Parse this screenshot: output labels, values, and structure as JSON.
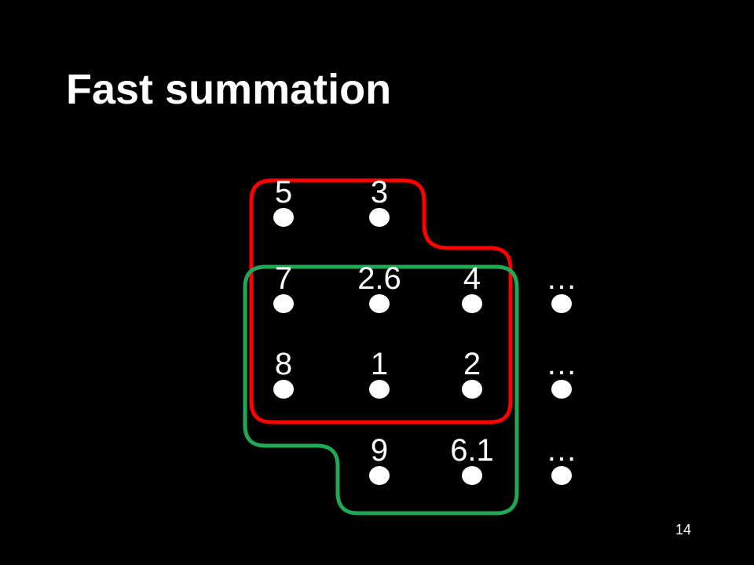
{
  "slide": {
    "title": "Fast summation",
    "page_number": "14"
  },
  "diagram": {
    "colors": {
      "background": "#000000",
      "text": "#ffffff",
      "node": "#ffffff",
      "red_region": "#ff0000",
      "green_region": "#1fa855"
    },
    "nodes": [
      {
        "row": 0,
        "col": 0,
        "label": "5"
      },
      {
        "row": 0,
        "col": 1,
        "label": "3"
      },
      {
        "row": 1,
        "col": 0,
        "label": "7"
      },
      {
        "row": 1,
        "col": 1,
        "label": "2.6"
      },
      {
        "row": 1,
        "col": 2,
        "label": "4"
      },
      {
        "row": 1,
        "col": 3,
        "label": "…"
      },
      {
        "row": 2,
        "col": 0,
        "label": "8"
      },
      {
        "row": 2,
        "col": 1,
        "label": "1"
      },
      {
        "row": 2,
        "col": 2,
        "label": "2"
      },
      {
        "row": 2,
        "col": 3,
        "label": "…"
      },
      {
        "row": 3,
        "col": 1,
        "label": "9"
      },
      {
        "row": 3,
        "col": 2,
        "label": "6.1"
      },
      {
        "row": 3,
        "col": 3,
        "label": "…"
      }
    ]
  }
}
